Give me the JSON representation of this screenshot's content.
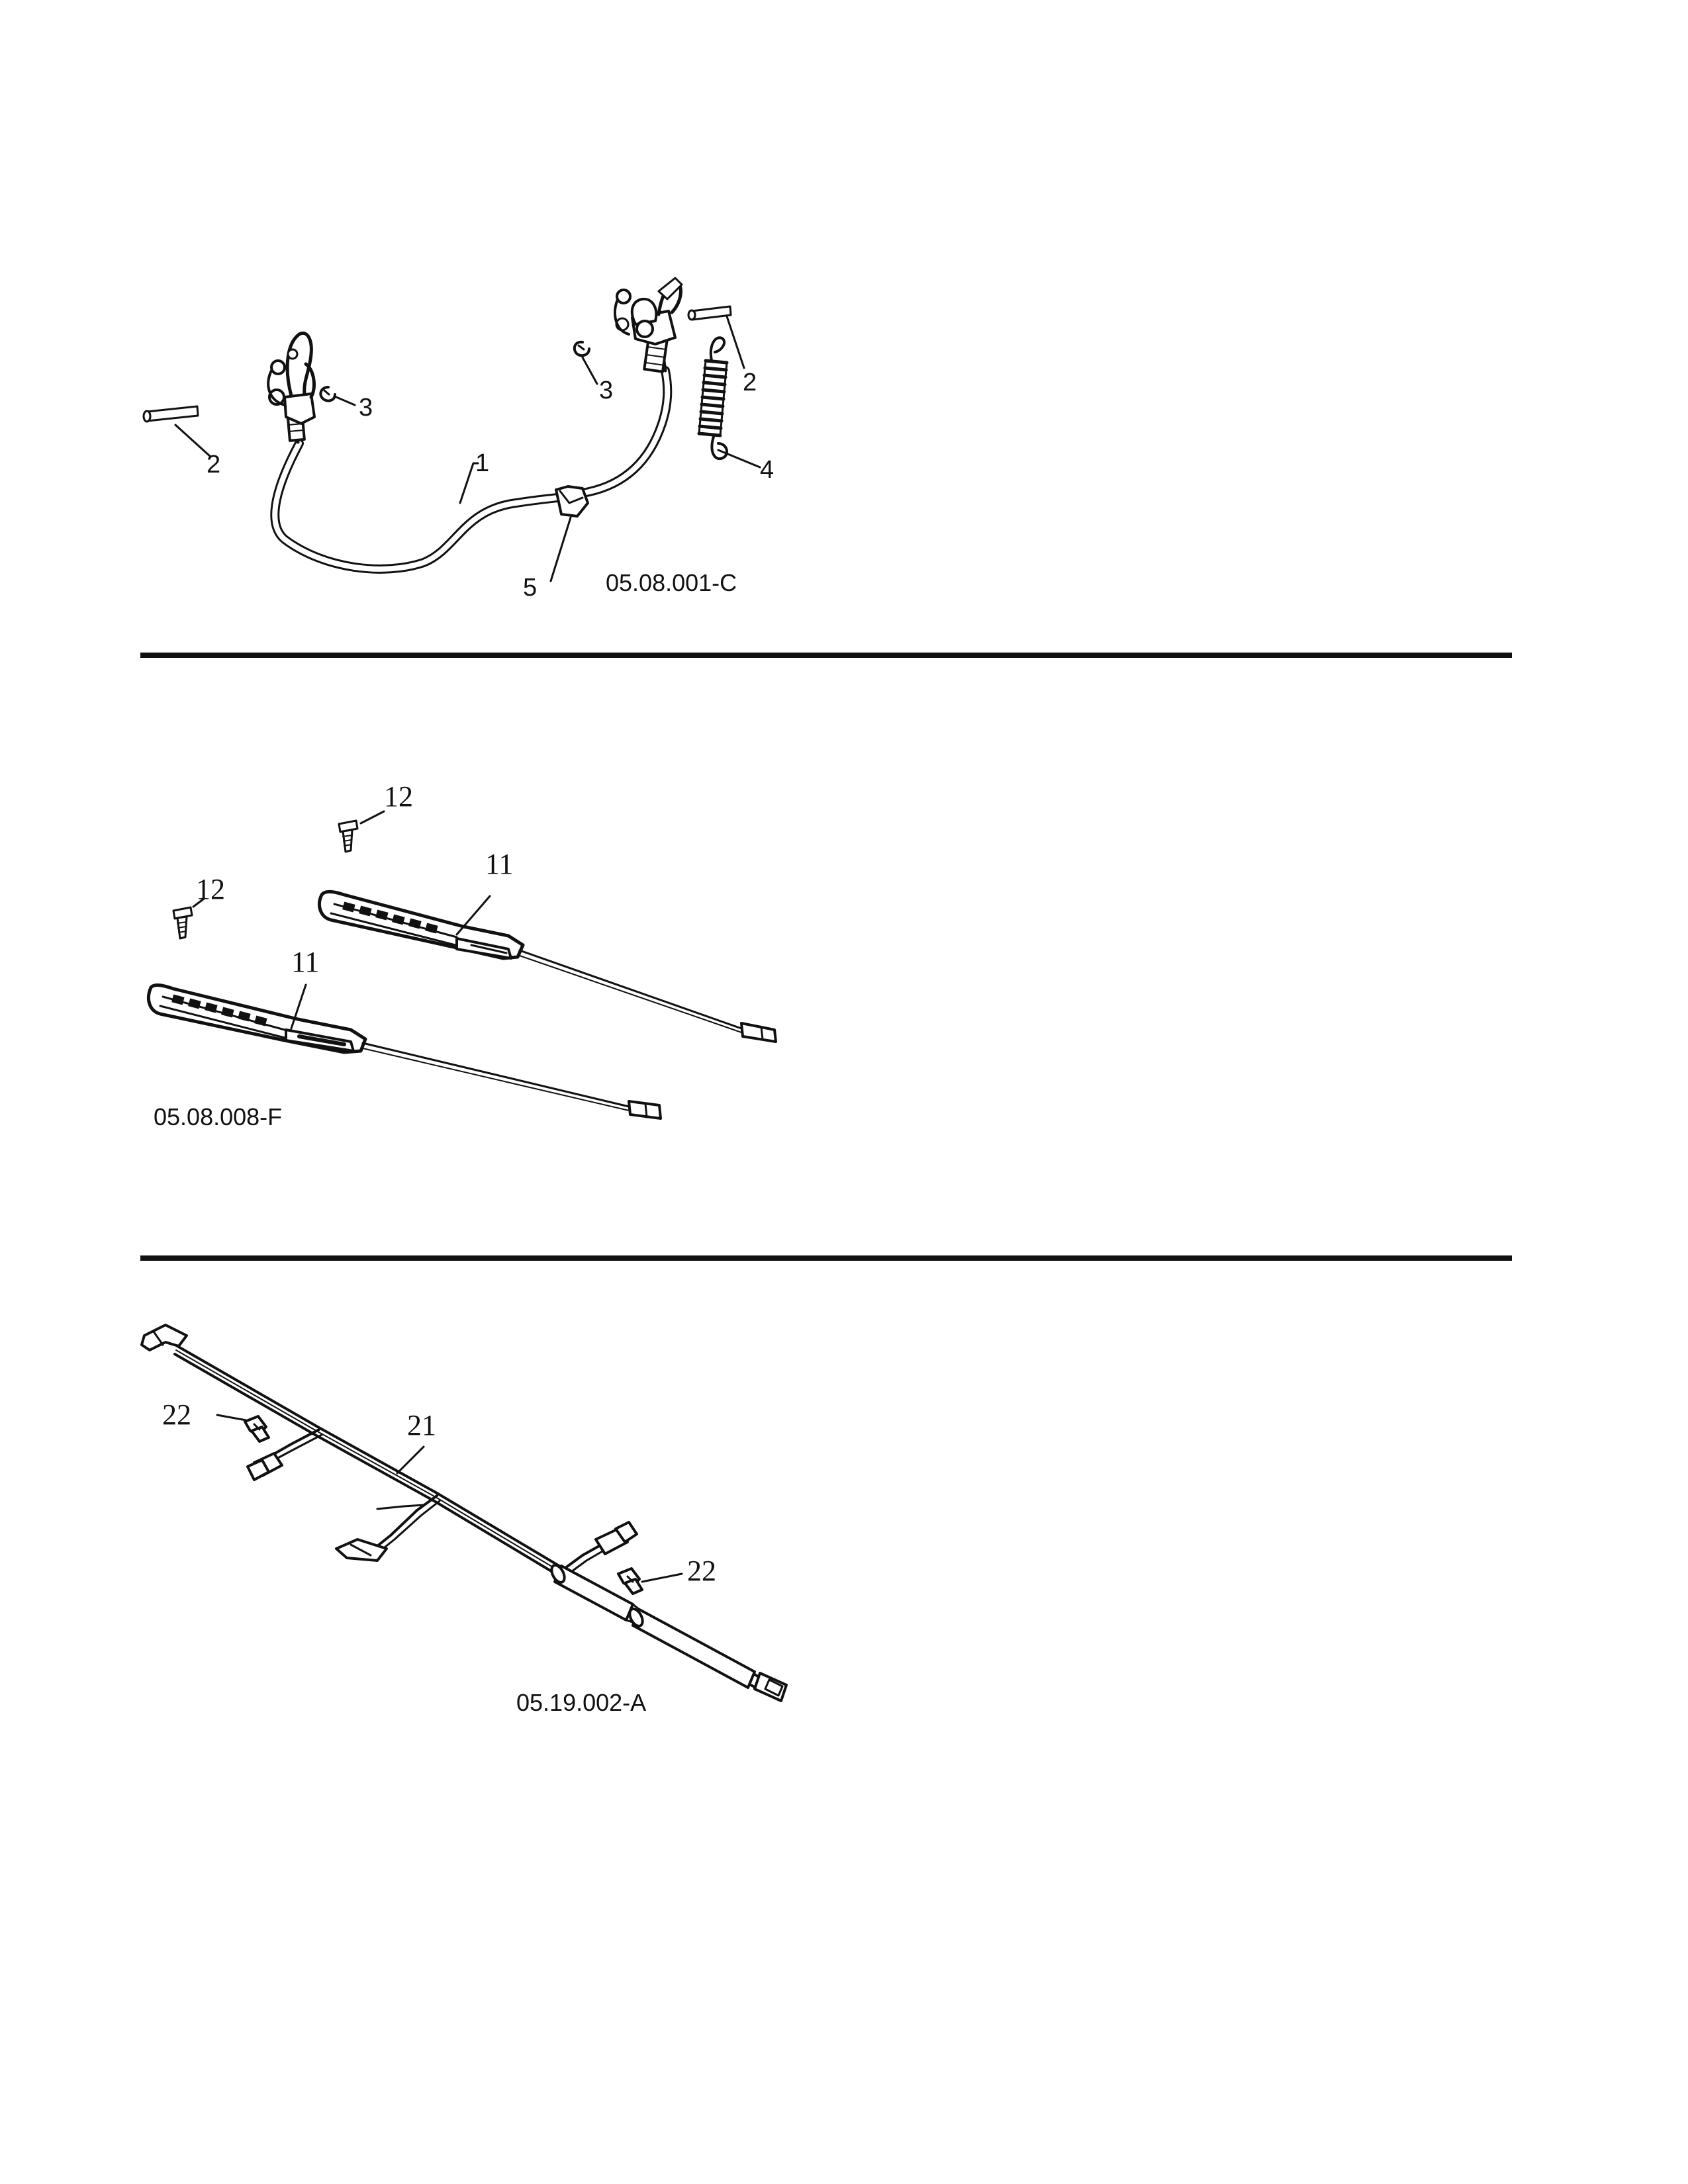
{
  "colors": {
    "ink": "#111111",
    "paper": "#ffffff"
  },
  "diagram1": {
    "figure_ref": "05.08.001-C",
    "callouts": [
      "1",
      "2",
      "2",
      "3",
      "3",
      "4",
      "5"
    ]
  },
  "diagram2": {
    "figure_ref": "05.08.008-F",
    "callouts": [
      "11",
      "11",
      "12",
      "12"
    ]
  },
  "diagram3": {
    "figure_ref": "05.19.002-A",
    "callouts": [
      "21",
      "22",
      "22"
    ]
  }
}
